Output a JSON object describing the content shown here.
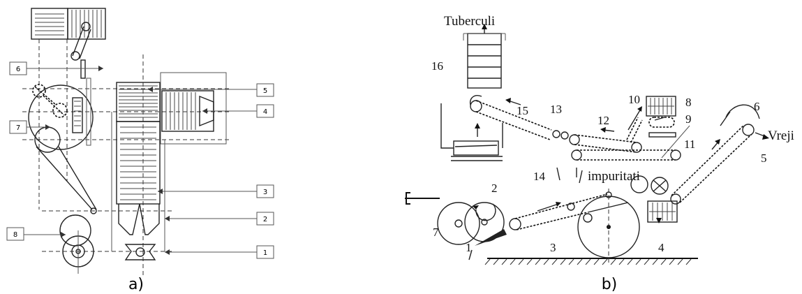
{
  "panels": {
    "a": {
      "caption": "a)",
      "callouts": [
        "1",
        "2",
        "3",
        "4",
        "5",
        "6",
        "7",
        "8"
      ]
    },
    "b": {
      "caption": "b)",
      "text_labels": {
        "tubers": "Tuberculi",
        "haulm": "Vreji",
        "impurities": "impuritati"
      },
      "numbers": [
        "1",
        "2",
        "3",
        "4",
        "5",
        "6",
        "7",
        "8",
        "9",
        "10",
        "11",
        "12",
        "13",
        "14",
        "15",
        "16"
      ]
    }
  }
}
